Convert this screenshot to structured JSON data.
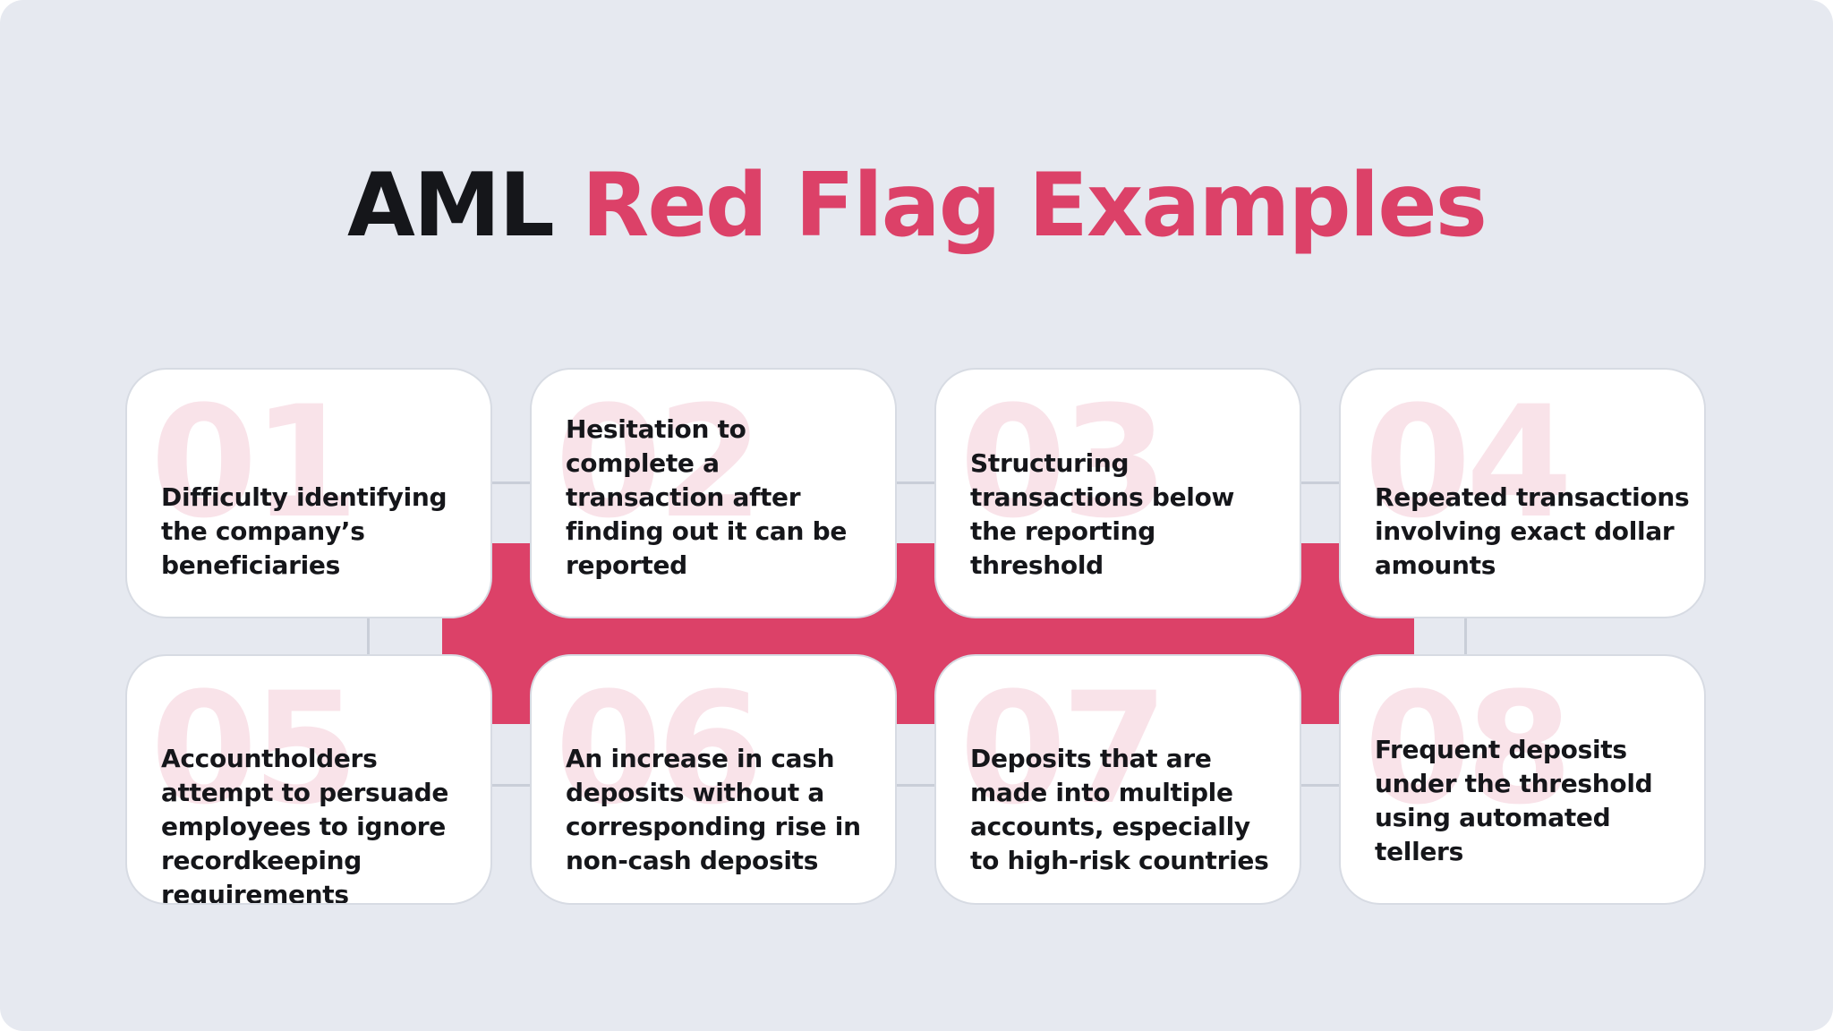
{
  "title": {
    "dark": "AML",
    "accent": "Red Flag Examples"
  },
  "colors": {
    "accent": "#dc4168",
    "background": "#e6e9f0"
  },
  "cards": [
    {
      "number": "01",
      "text": "Difficulty identifying the company’s beneficiaries"
    },
    {
      "number": "02",
      "text": "Hesitation to complete a transaction after finding out it can be reported"
    },
    {
      "number": "03",
      "text": "Structuring transactions below the reporting threshold"
    },
    {
      "number": "04",
      "text": "Repeated transactions involving exact dollar amounts"
    },
    {
      "number": "05",
      "text": "Accountholders attempt to persuade employees to ignore recordkeeping requirements"
    },
    {
      "number": "06",
      "text": "An increase in cash deposits without a corresponding rise in non-cash deposits"
    },
    {
      "number": "07",
      "text": "Deposits that are made into multiple accounts, especially to high-risk countries"
    },
    {
      "number": "08",
      "text": "Frequent deposits under the threshold using automated tellers"
    }
  ]
}
